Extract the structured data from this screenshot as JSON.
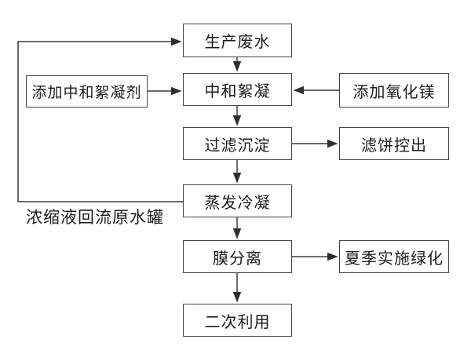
{
  "diagram": {
    "type": "flowchart",
    "background": "#ffffff",
    "line_color": "#3c3c3c",
    "box_border_color": "#454545",
    "text_color": "#1c1c1c",
    "nodes": {
      "production_wastewater": {
        "label": "生产废水"
      },
      "add_neutralizing_flocculant": {
        "label": "添加中和絮凝剂"
      },
      "neutralization_flocculation": {
        "label": "中和絮凝"
      },
      "add_magnesium_oxide": {
        "label": "添加氧化镁"
      },
      "filtration_sedimentation": {
        "label": "过滤沉淀"
      },
      "filter_cake_discharge": {
        "label": "滤饼控出"
      },
      "evaporation_condensation": {
        "label": "蒸发冷凝"
      },
      "membrane_separation": {
        "label": "膜分离"
      },
      "summer_greening": {
        "label": "夏季实施绿化"
      },
      "secondary_reuse": {
        "label": "二次利用"
      }
    },
    "annotations": {
      "recycle_label": "浓缩液回流原水罐"
    },
    "edges": [
      {
        "from": "production_wastewater",
        "to": "neutralization_flocculation"
      },
      {
        "from": "add_neutralizing_flocculant",
        "to": "neutralization_flocculation"
      },
      {
        "from": "add_magnesium_oxide",
        "to": "neutralization_flocculation"
      },
      {
        "from": "neutralization_flocculation",
        "to": "filtration_sedimentation"
      },
      {
        "from": "filtration_sedimentation",
        "to": "filter_cake_discharge"
      },
      {
        "from": "filtration_sedimentation",
        "to": "evaporation_condensation"
      },
      {
        "from": "evaporation_condensation",
        "to": "membrane_separation"
      },
      {
        "from": "evaporation_condensation",
        "to": "production_wastewater",
        "label": "浓缩液回流原水罐"
      },
      {
        "from": "membrane_separation",
        "to": "summer_greening"
      },
      {
        "from": "membrane_separation",
        "to": "secondary_reuse"
      }
    ]
  }
}
